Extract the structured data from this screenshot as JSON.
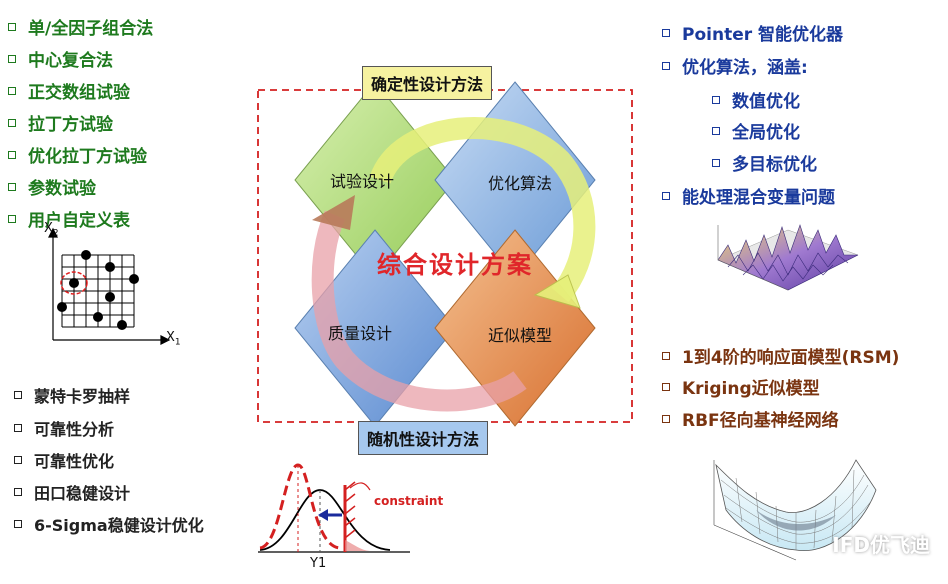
{
  "doe_methods": [
    "单/全因子组合法",
    "中心复合法",
    "正交数组试验",
    "拉丁方试验",
    "优化拉丁方试验",
    "参数试验",
    "用户自定义表"
  ],
  "doe_plot": {
    "x_label": "X",
    "x_sub": "1",
    "y_label": "X",
    "y_sub": "2"
  },
  "reliability_methods": [
    "蒙特卡罗抽样",
    "可靠性分析",
    "可靠性优化",
    "田口稳健设计",
    "6-Sigma稳健设计优化"
  ],
  "dist_plot": {
    "x_label": "Y1",
    "constraint_label": "constraint"
  },
  "optimizer": {
    "title": "Pointer 智能优化器",
    "algorithms_title": "优化算法，涵盖:",
    "algorithms": [
      "数值优化",
      "全局优化",
      "多目标优化"
    ],
    "mixed_title": "能处理混合变量问题"
  },
  "approx_models": [
    "1到4阶的响应面模型(RSM)",
    "Kriging近似模型",
    "RBF径向基神经网络"
  ],
  "center": {
    "top_label": "确定性设计方法",
    "bottom_label": "随机性设计方法",
    "title": "综合设计方案",
    "quad_tl": "试验设计",
    "quad_tr": "优化算法",
    "quad_bl": "质量设计",
    "quad_br": "近似模型"
  },
  "colors": {
    "green_text": "#1e7a1e",
    "blue_text": "#1a3a9c",
    "brown_text": "#7a3410",
    "quad_green": "#b8e08a",
    "quad_blue": "#8ab4e6",
    "quad_orange": "#e89a5a",
    "title_red": "#e0262a",
    "dash_red": "#d42020"
  },
  "watermark": "IFD优飞迪"
}
